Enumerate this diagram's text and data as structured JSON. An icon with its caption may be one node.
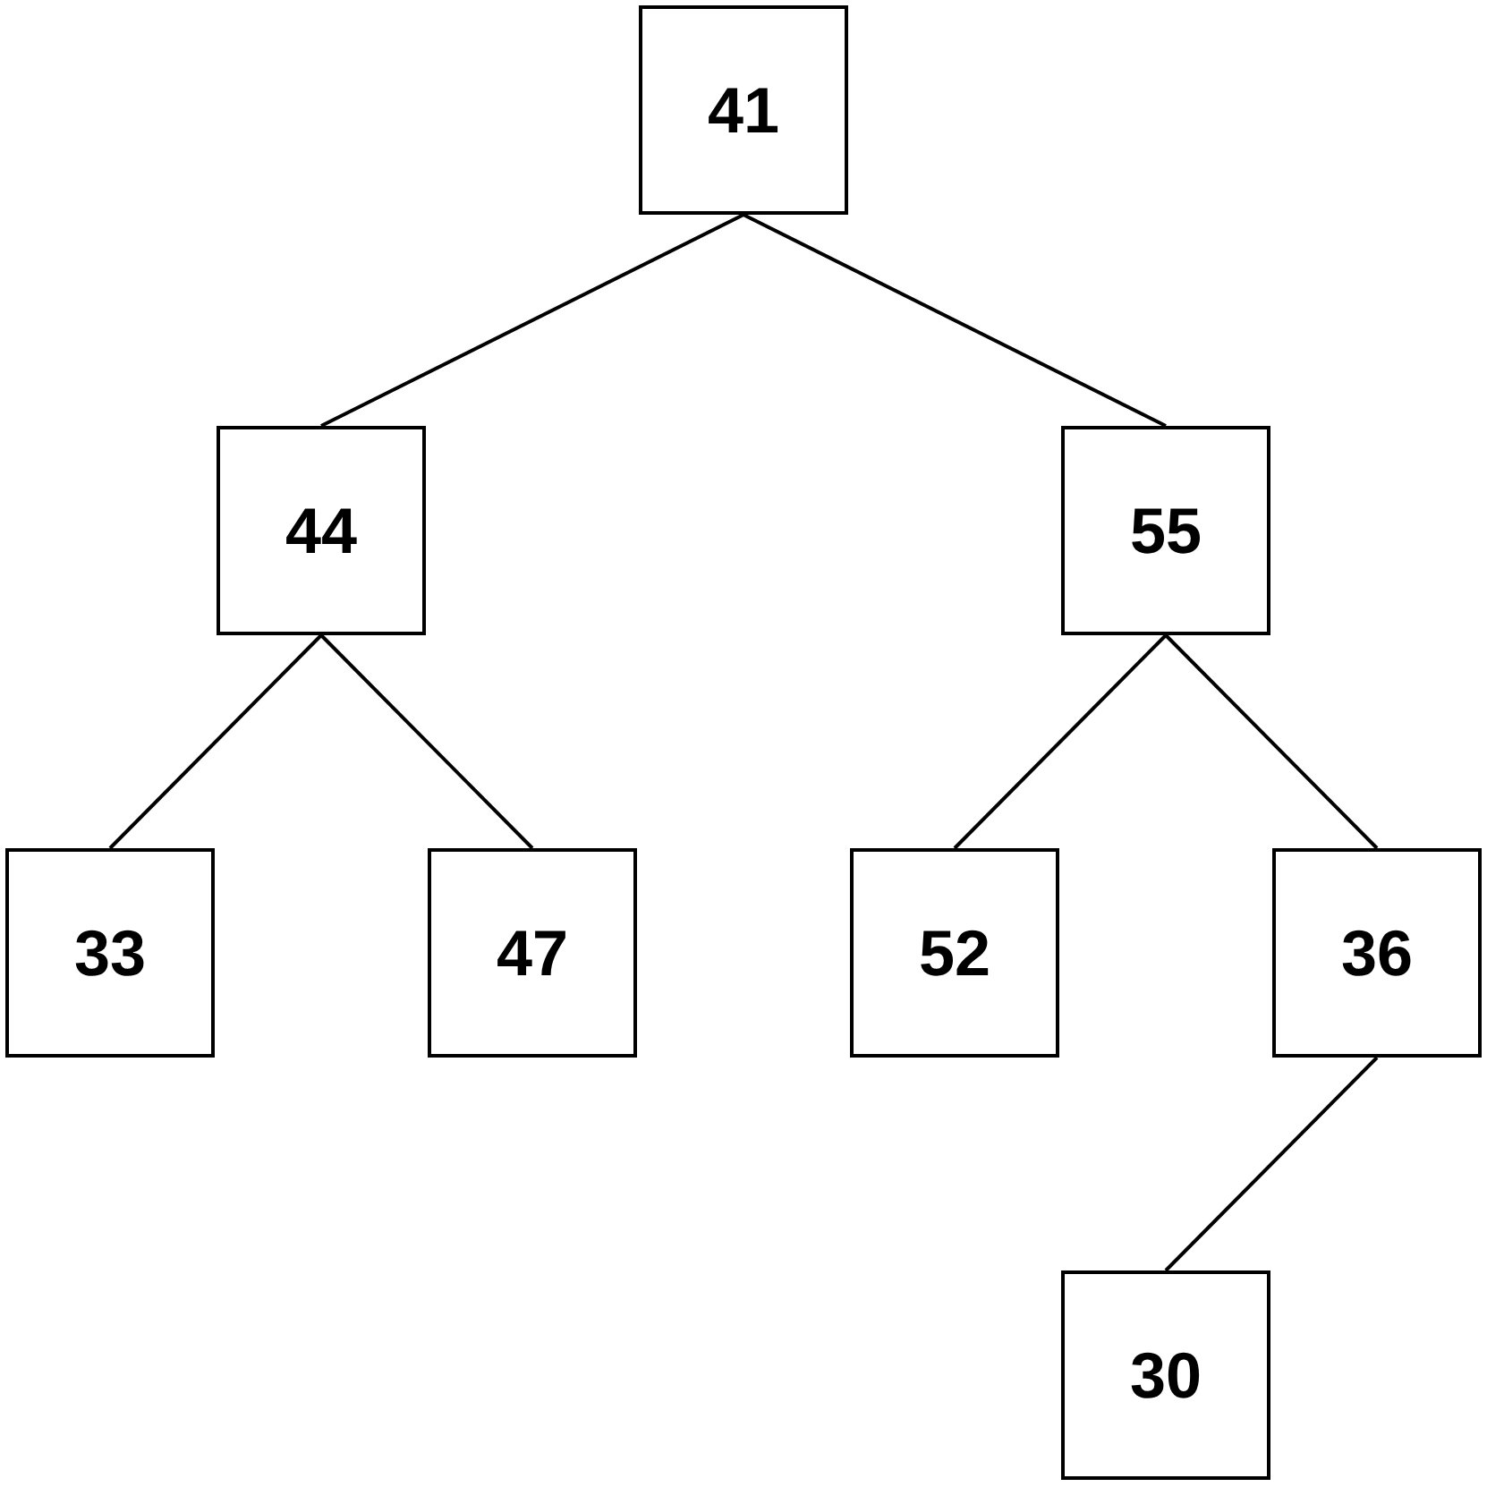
{
  "diagram": {
    "nodes": [
      {
        "text": [
          "41"
        ]
      },
      {
        "text": [
          "44"
        ]
      },
      {
        "text": [
          "55"
        ]
      },
      {
        "text": [
          "33"
        ]
      },
      {
        "text": [
          "47"
        ]
      },
      {
        "text": [
          "52"
        ]
      },
      {
        "text": [
          "36"
        ]
      },
      {
        "text": [
          "30"
        ]
      }
    ],
    "edges": [
      {
        "from": 0,
        "to": 1,
        "arrow": "none"
      },
      {
        "from": 0,
        "to": 2,
        "arrow": "none"
      },
      {
        "from": 1,
        "to": 3,
        "arrow": "none"
      },
      {
        "from": 1,
        "to": 4,
        "arrow": "none"
      },
      {
        "from": 2,
        "to": 5,
        "arrow": "none"
      },
      {
        "from": 2,
        "to": 6,
        "arrow": "none"
      },
      {
        "from": 6,
        "to": 7,
        "arrow": "none"
      }
    ]
  }
}
